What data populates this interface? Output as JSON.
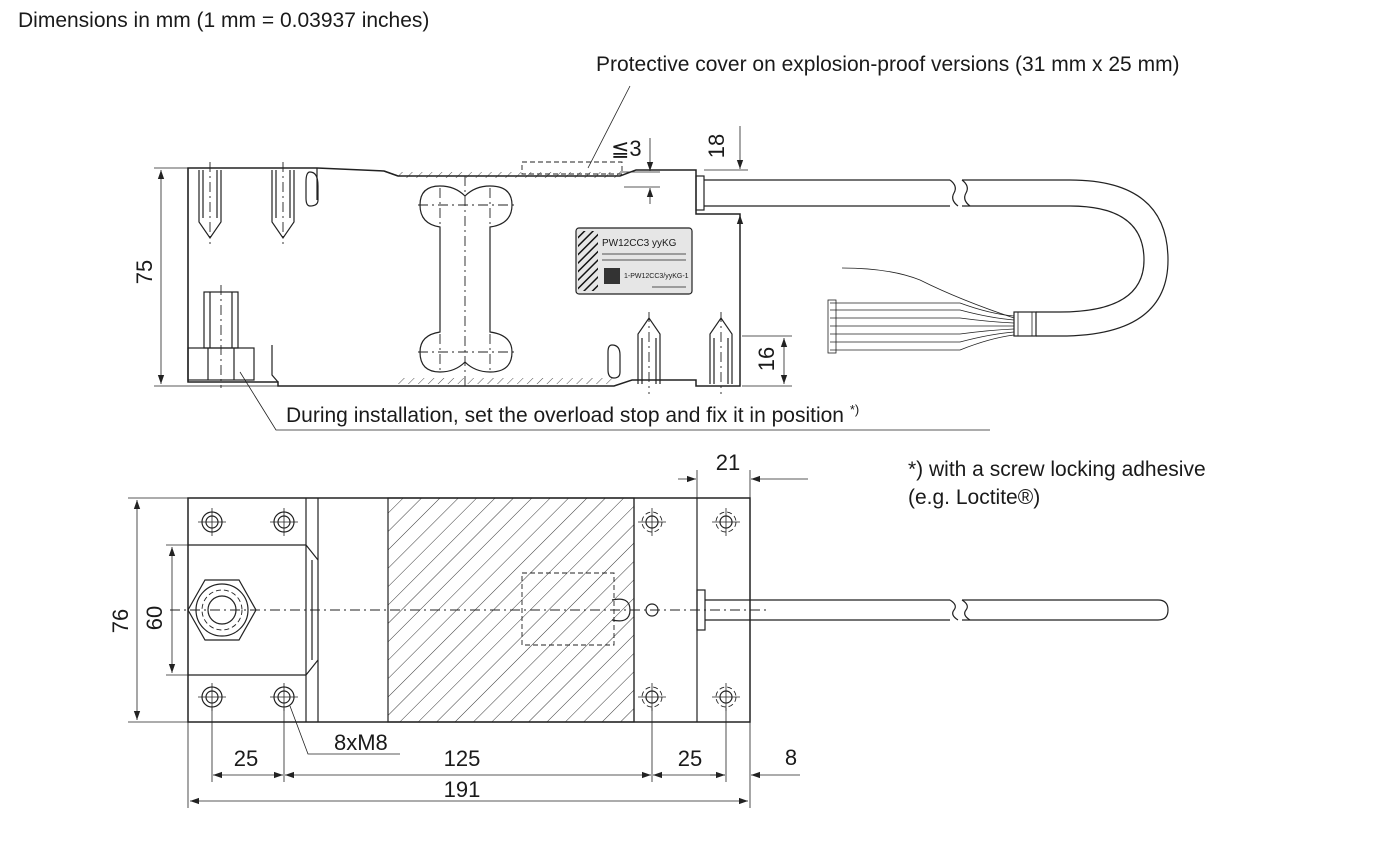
{
  "header": {
    "units_note": "Dimensions in mm (1 mm = 0.03937 inches)"
  },
  "annotations": {
    "protective_cover": "Protective cover on explosion-proof versions (31 mm x 25 mm)",
    "overload_stop": "During installation, set the overload stop and fix it in position",
    "overload_footnote_marker": "*)",
    "footnote_line1": "*) with a screw locking adhesive",
    "footnote_line2": "(e.g. Loctite®)"
  },
  "label_plate": {
    "model": "PW12CC3  yyKG",
    "order_code": "1-PW12CC3/yyKG-1"
  },
  "dimensions": {
    "height": "75",
    "max_gap": "≦3",
    "cable_offset": "18",
    "stop_height": "16",
    "edge_offset_top": "21",
    "width": "76",
    "hole_spacing_width": "60",
    "threads": "8xM8",
    "hole_spacing_left": "25",
    "hole_spacing_middle": "125",
    "hole_spacing_right": "25",
    "edge_offset_bottom": "8",
    "length": "191"
  }
}
